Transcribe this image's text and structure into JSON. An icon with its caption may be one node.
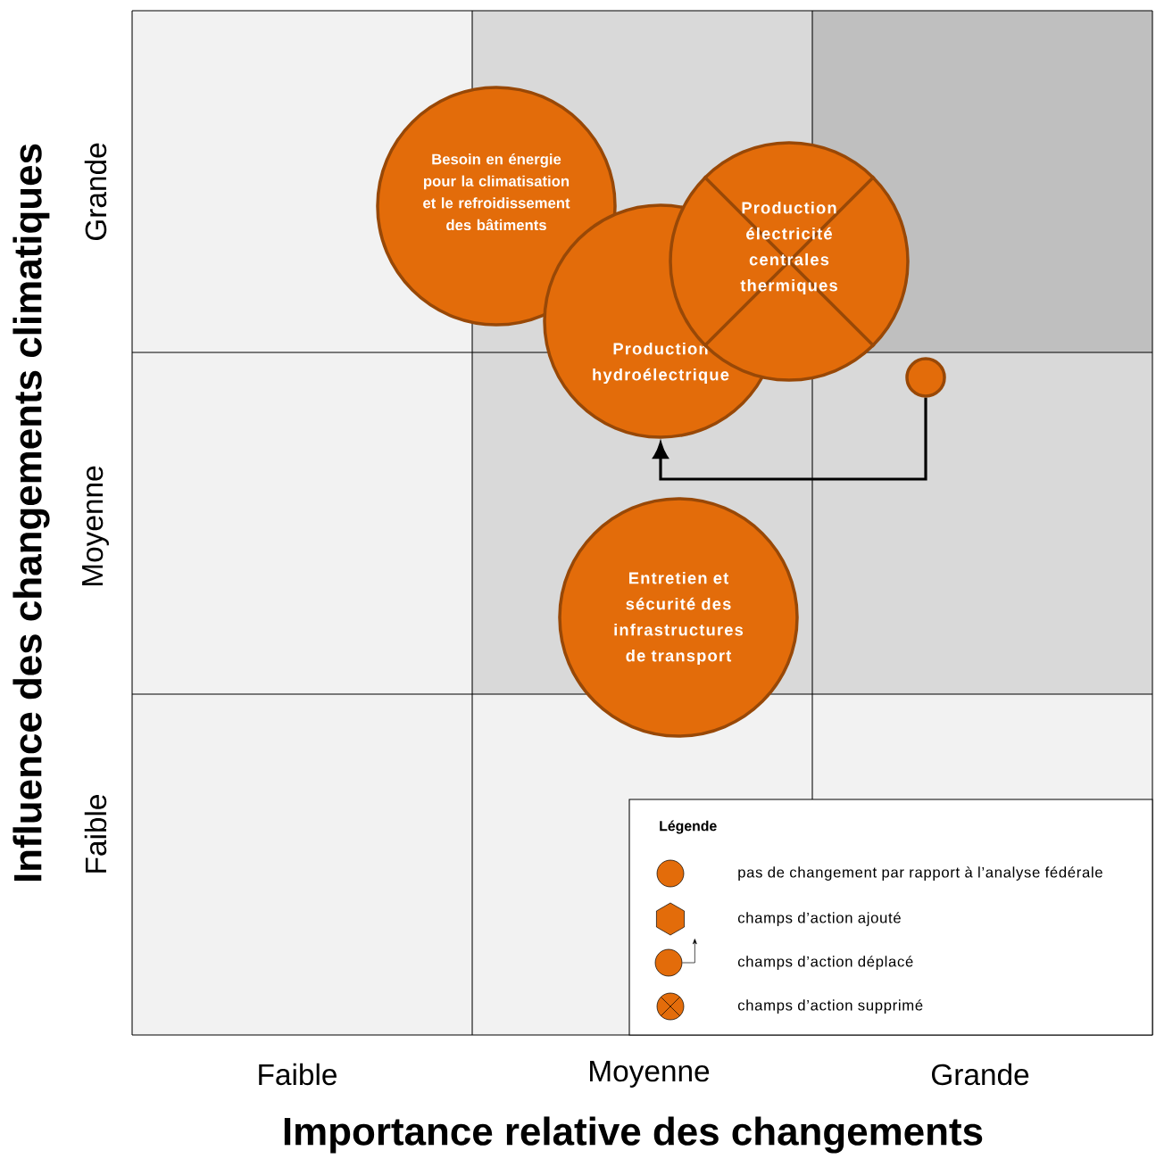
{
  "diagram": {
    "nodes": [
      {
        "text": [
          "Besoin en énergie pour la climatisation et le refroidissement des bâtiments"
        ]
      },
      {
        "text": [
          "Production hydroélectrique"
        ]
      },
      {
        "text": [
          "Production électricité centrales thermiques"
        ]
      },
      {
        "text": [
          "Entretien et sécurité des infrastructures de transport"
        ]
      },
      {
        "text": [],
        "shape": "circle"
      }
    ],
    "edges": [
      {
        "from": 4,
        "to": 1,
        "arrow": "to"
      }
    ],
    "labels": [
      "Influence des changements climatiques",
      "Grande",
      "Moyenne",
      "Faible",
      "Légende",
      "Faible",
      "Moyenne",
      "Grande",
      "Importance relative des changements"
    ],
    "legend": [
      {
        "text": "pas de changement par rapport à l’analyse fédérale"
      },
      {
        "text": "champs d’action ajouté"
      },
      {
        "text": "champs d’action déplacé"
      },
      {
        "text": "champs d’action supprimé"
      }
    ]
  }
}
